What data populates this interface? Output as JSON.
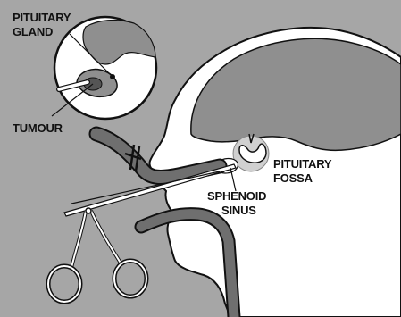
{
  "diagram": {
    "labels": {
      "pituitary_gland_line1": "PITUITARY",
      "pituitary_gland_line2": "GLAND",
      "tumour": "TUMOUR",
      "pituitary_fossa_line1": "PITUITARY",
      "pituitary_fossa_line2": "FOSSA",
      "sphenoid_sinus_line1": "SPHENOID",
      "sphenoid_sinus_line2": "SINUS"
    },
    "colors": {
      "background": "#a6a6a6",
      "head": "#ffffff",
      "brain": "#8f8f8f",
      "instrument": "#6f6f6f",
      "outline": "#111111",
      "tumour": "#555555",
      "fossa_highlight": "#d0d0d0"
    }
  }
}
